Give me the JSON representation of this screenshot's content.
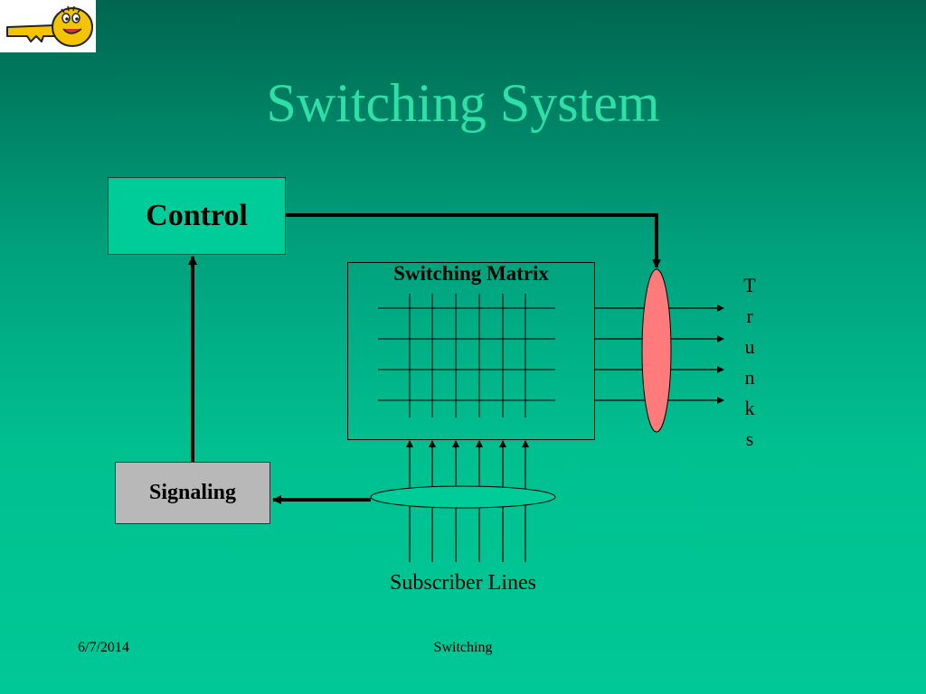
{
  "slide": {
    "title": "Switching System"
  },
  "diagram": {
    "control_label": "Control",
    "signaling_label": "Signaling",
    "matrix_label": "Switching Matrix",
    "trunks_letters": [
      "T",
      "r",
      "u",
      "n",
      "k",
      "s"
    ],
    "subscriber_label": "Subscriber Lines"
  },
  "footer": {
    "date": "6/7/2014",
    "center": "Switching"
  },
  "colors": {
    "title": "#2ee0a6",
    "control_fill": "#00cc99",
    "signaling_fill": "#b8b8b8",
    "trunk_ellipse": "#ff7b7b",
    "subscriber_ellipse": "#00cc99"
  }
}
